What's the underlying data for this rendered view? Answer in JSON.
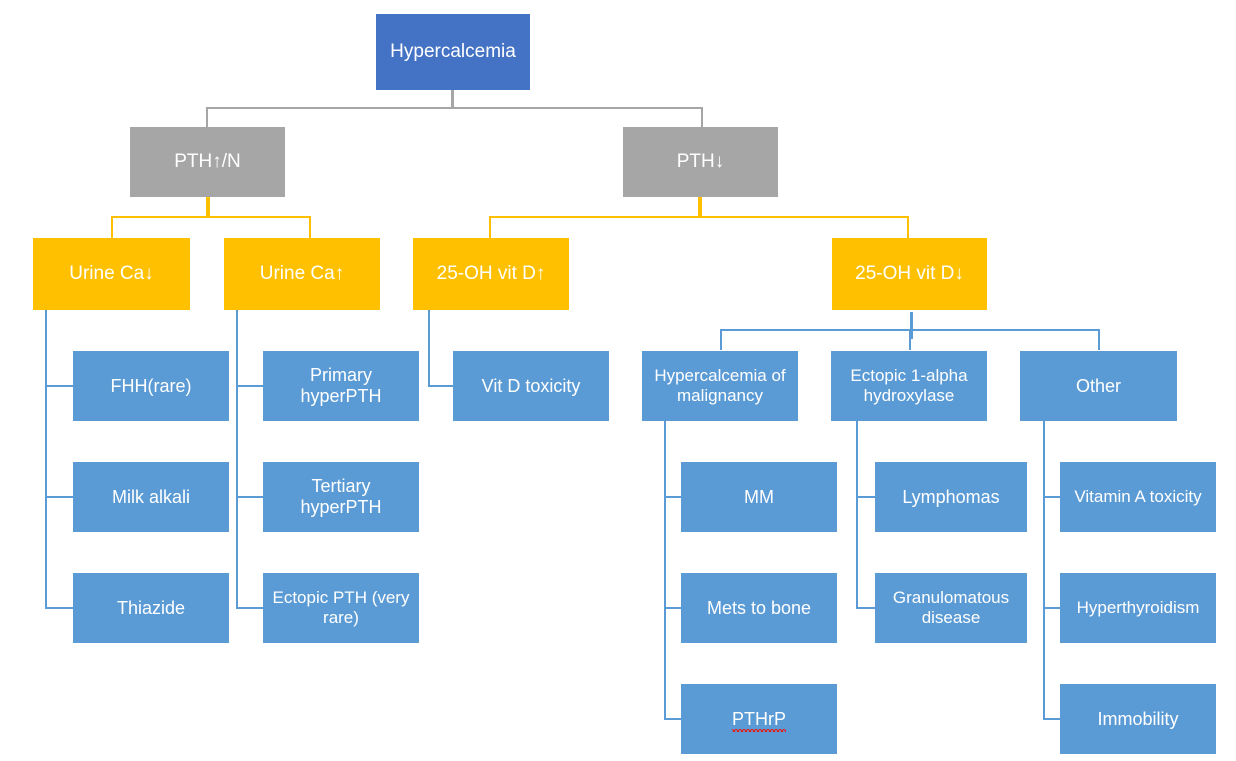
{
  "diagram": {
    "title": "Hypercalcemia diagnostic algorithm",
    "colors": {
      "root": "#4472C4",
      "level2": "#A6A6A6",
      "level3": "#FFC000",
      "leaf": "#5B9BD5",
      "text": "#FFFFFF",
      "background": "#FFFFFF",
      "spellcheck_underline": "#E02020"
    },
    "nodes": {
      "root": "Hypercalcemia",
      "pth_high_normal": "PTH↑/N",
      "pth_low": "PTH↓",
      "urine_ca_low": "Urine Ca↓",
      "urine_ca_high": "Urine Ca↑",
      "vitd_high": "25-OH vit D↑",
      "vitd_low": "25-OH vit D↓",
      "fhh": "FHH(rare)",
      "milk_alkali": "Milk alkali",
      "thiazide": "Thiazide",
      "primary_hyperpth": "Primary\nhyperPTH",
      "tertiary_hyperpth": "Tertiary\nhyperPTH",
      "ectopic_pth": "Ectopic PTH (very\nrare)",
      "vitd_toxicity": "Vit D toxicity",
      "malignancy": "Hypercalcemia of\nmalignancy",
      "ectopic_hydroxylase": "Ectopic 1-alpha\nhydroxylase",
      "other": "Other",
      "mm": "MM",
      "mets_to_bone": "Mets to bone",
      "pthrp": "PTHrP",
      "lymphomas": "Lymphomas",
      "granulomatous": "Granulomatous\ndisease",
      "vitamin_a_toxicity": "Vitamin A toxicity",
      "hyperthyroidism": "Hyperthyroidism",
      "immobility": "Immobility"
    }
  }
}
